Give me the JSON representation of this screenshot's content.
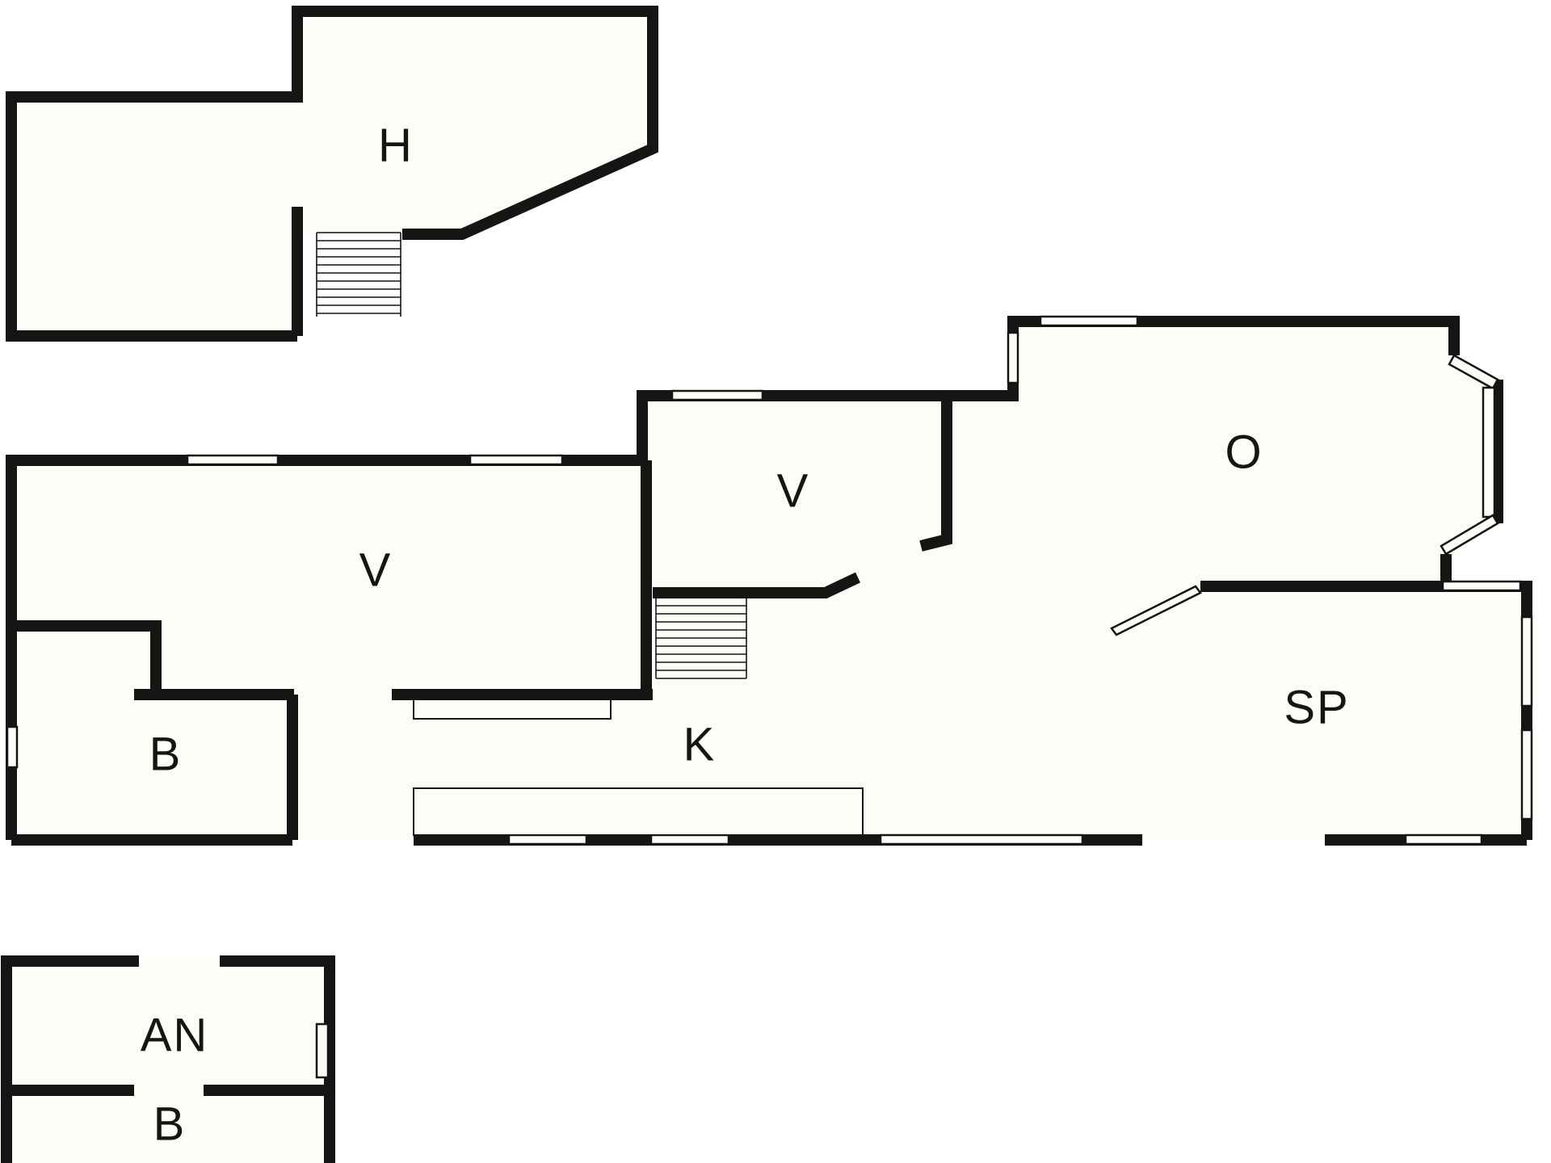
{
  "floorplan": {
    "rooms": [
      {
        "id": "upper-hall",
        "label": "H"
      },
      {
        "id": "upper-left-room",
        "label": "V"
      },
      {
        "id": "middle-room",
        "label": "V"
      },
      {
        "id": "living-room",
        "label": "O"
      },
      {
        "id": "bathroom",
        "label": "B"
      },
      {
        "id": "kitchen",
        "label": "K"
      },
      {
        "id": "dining-room",
        "label": "SP"
      },
      {
        "id": "annex",
        "label": "AN"
      },
      {
        "id": "annex-bathroom",
        "label": "B"
      }
    ]
  }
}
